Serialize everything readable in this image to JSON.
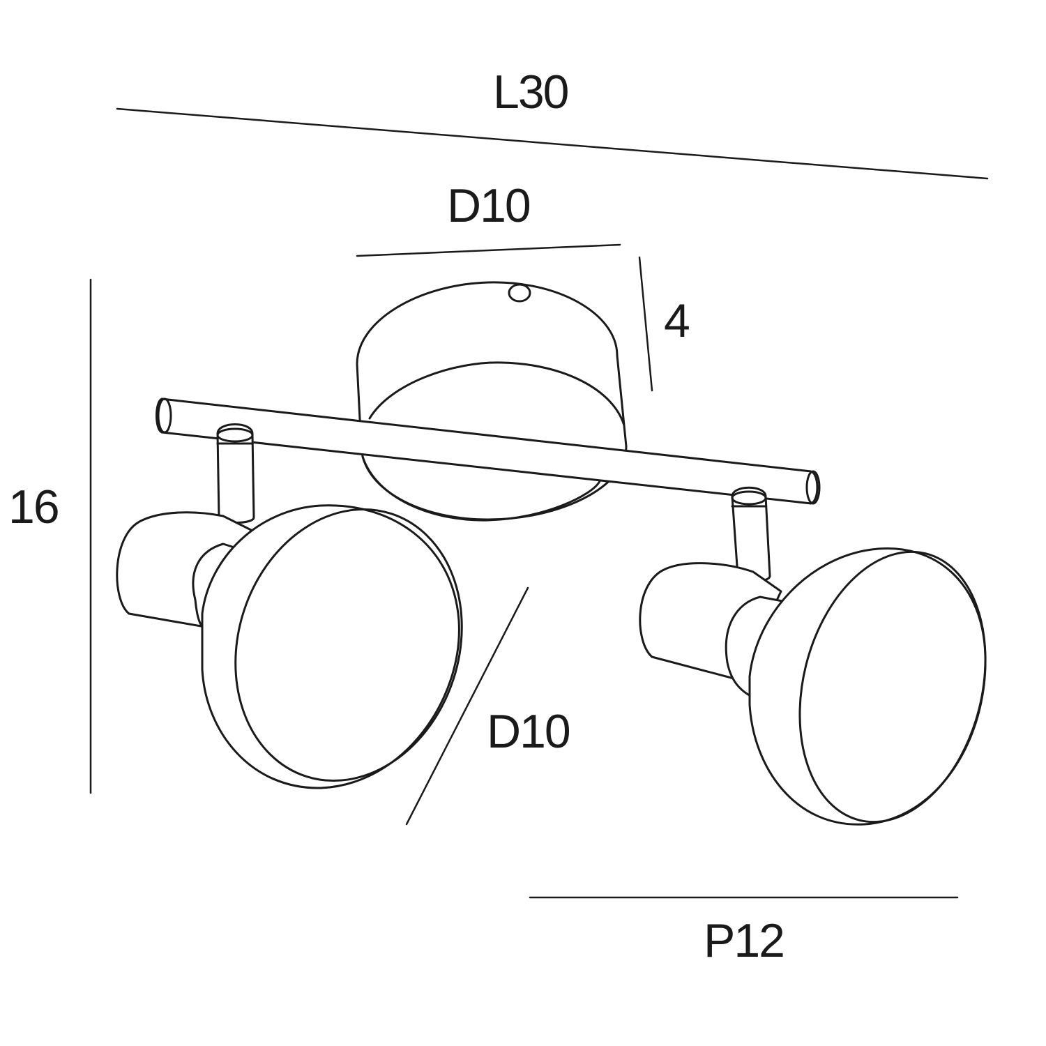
{
  "dimensions": {
    "length": "L30",
    "base_diameter": "D10",
    "base_height": "4",
    "height": "16",
    "spot_diameter": "D10",
    "projection": "P12"
  },
  "colors": {
    "line": "#1a1a1a",
    "background": "#ffffff"
  }
}
